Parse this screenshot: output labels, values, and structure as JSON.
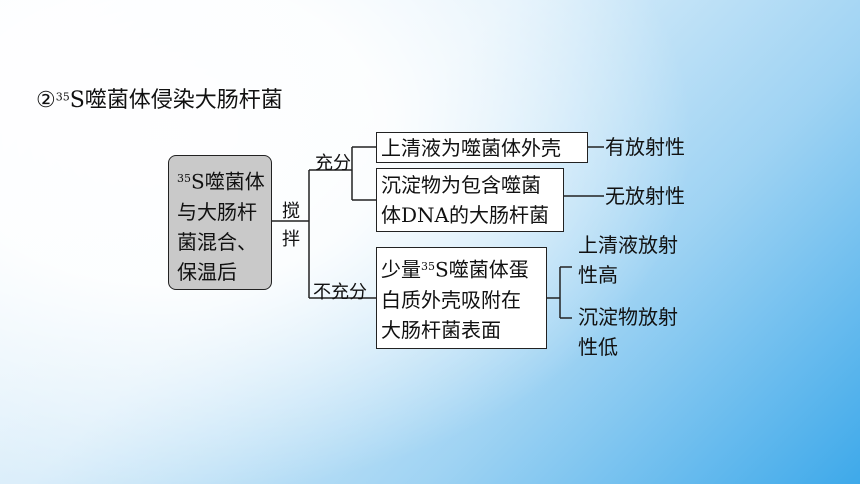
{
  "heading": {
    "prefix": "②",
    "sup": "35",
    "text": "S噬菌体侵染大肠杆菌"
  },
  "sample_box": {
    "sup": "35",
    "line1": "S噬菌体",
    "line2": "与大肠杆",
    "line3": "菌混合、",
    "line4": "保温后"
  },
  "stir_label": "搅拌",
  "sufficient_label": "充分",
  "insufficient_label": "不充分",
  "supernatant_box": "上清液为噬菌体外壳",
  "supernatant_result": "有放射性",
  "sediment_box": {
    "line1": "沉淀物为包含噬菌",
    "line2": "体DNA的大肠杆菌"
  },
  "sediment_result": "无放射性",
  "insufficient_box": {
    "pre": "少量",
    "sup": "35",
    "line1_rest": "S噬菌体蛋",
    "line2": "白质外壳吸附在",
    "line3": "大肠杆菌表面"
  },
  "insufficient_results": {
    "result1_line1": "上清液放射",
    "result1_line2": "性高",
    "result2_line1": "沉淀物放射",
    "result2_line2": "性低"
  }
}
